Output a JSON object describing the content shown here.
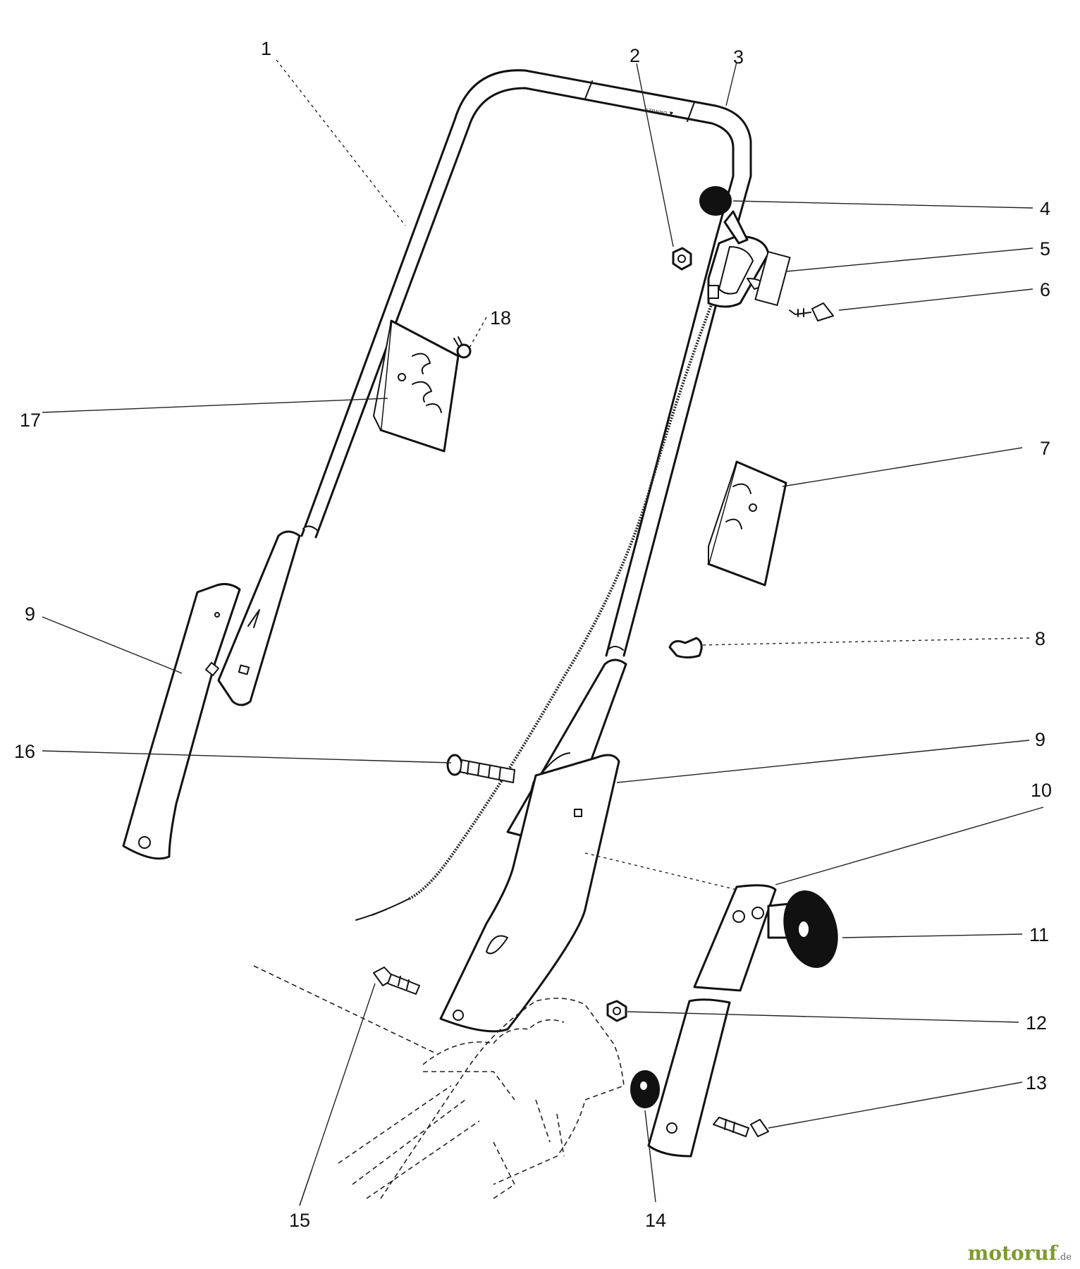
{
  "diagram": {
    "handle_decal_text": "▲ DANGER",
    "callouts": [
      {
        "id": "callout-1",
        "number": "1"
      },
      {
        "id": "callout-2",
        "number": "2"
      },
      {
        "id": "callout-3",
        "number": "3"
      },
      {
        "id": "callout-4",
        "number": "4"
      },
      {
        "id": "callout-5",
        "number": "5"
      },
      {
        "id": "callout-6",
        "number": "6"
      },
      {
        "id": "callout-7",
        "number": "7"
      },
      {
        "id": "callout-8",
        "number": "8"
      },
      {
        "id": "callout-9-left",
        "number": "9"
      },
      {
        "id": "callout-9-right",
        "number": "9"
      },
      {
        "id": "callout-10",
        "number": "10"
      },
      {
        "id": "callout-11",
        "number": "11"
      },
      {
        "id": "callout-12",
        "number": "12"
      },
      {
        "id": "callout-13",
        "number": "13"
      },
      {
        "id": "callout-14",
        "number": "14"
      },
      {
        "id": "callout-15",
        "number": "15"
      },
      {
        "id": "callout-16",
        "number": "16"
      },
      {
        "id": "callout-17",
        "number": "17"
      },
      {
        "id": "callout-18",
        "number": "18"
      }
    ]
  },
  "watermark": {
    "brand": "motoruf",
    "suffix": ".de"
  }
}
